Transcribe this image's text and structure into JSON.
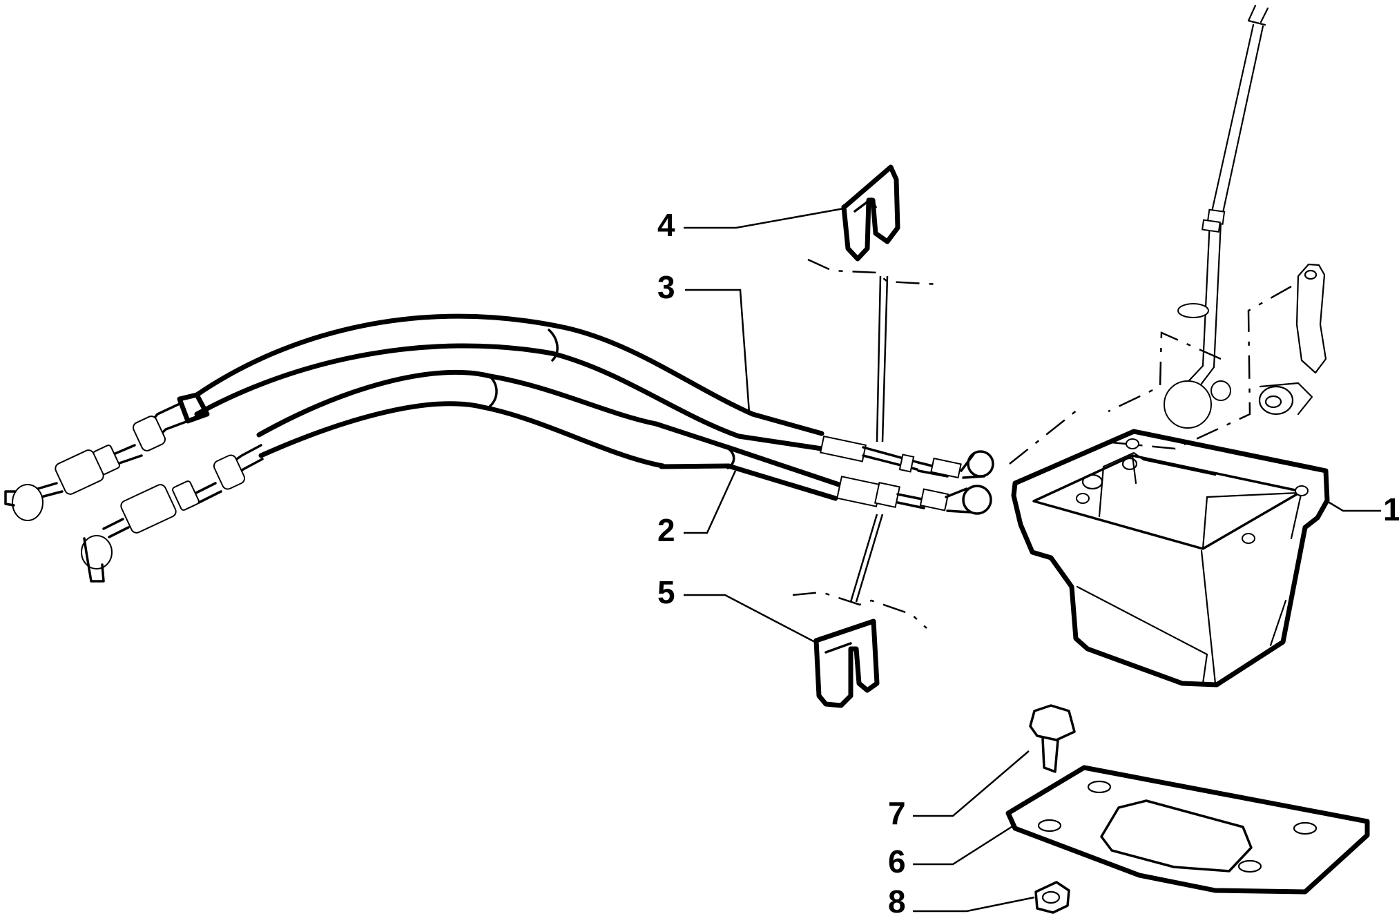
{
  "diagram": {
    "callouts": [
      {
        "id": "1",
        "label": "1",
        "part": "shifter-housing"
      },
      {
        "id": "2",
        "label": "2",
        "part": "lower-cable"
      },
      {
        "id": "3",
        "label": "3",
        "part": "upper-cable"
      },
      {
        "id": "4",
        "label": "4",
        "part": "upper-clip"
      },
      {
        "id": "5",
        "label": "5",
        "part": "lower-clip"
      },
      {
        "id": "6",
        "label": "6",
        "part": "mounting-plate"
      },
      {
        "id": "7",
        "label": "7",
        "part": "bolt"
      },
      {
        "id": "8",
        "label": "8",
        "part": "nut"
      }
    ]
  }
}
